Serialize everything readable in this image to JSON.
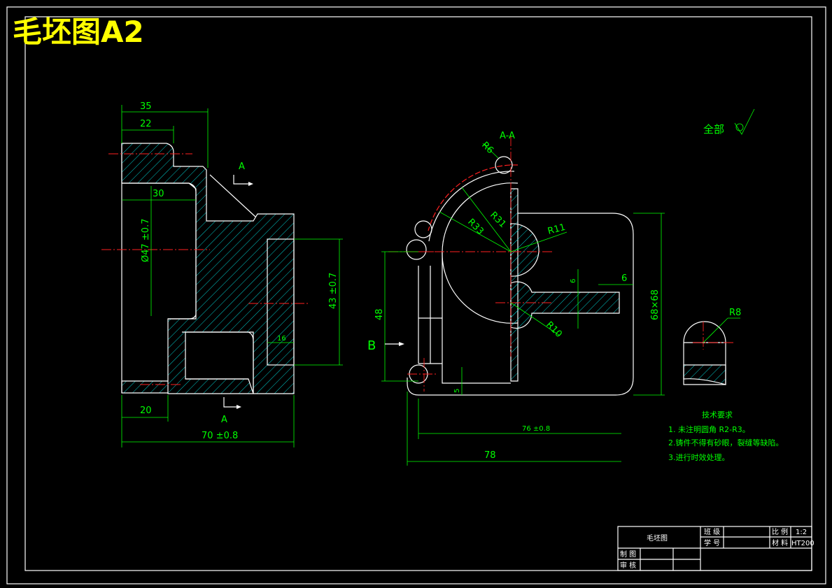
{
  "title": "毛坯图A2",
  "left_view": {
    "dims": {
      "d35": "35",
      "d22": "22",
      "d30": "30",
      "d47": "Ø47 ±0.7",
      "d43": "43 ±0.7",
      "d16": "16",
      "d20": "20",
      "d70": "70 ±0.8"
    },
    "section_label_top": "A",
    "section_label_bottom": "A"
  },
  "section_view": {
    "name": "A-A",
    "dims": {
      "r6": "R6",
      "r33": "R33",
      "r31": "R31",
      "r11": "R11",
      "r10": "R10",
      "d6a": "6",
      "d6b": "6",
      "d48": "48",
      "d68": "68×68",
      "d5": "5",
      "d76": "76 ±0.8",
      "d78": "78"
    },
    "b_label": "B"
  },
  "detail": {
    "r8": "R8"
  },
  "surface_note": "全部",
  "tech": {
    "heading": "技术要求",
    "items": [
      "1. 未注明圆角 R2-R3。",
      "2.铸件不得有砂眼，裂缝等缺陷。",
      "3.进行时效处理。"
    ]
  },
  "title_block": {
    "name": "毛坯图",
    "class_label": "班 级",
    "id_label": "学 号",
    "scale_label": "比 例",
    "scale_value": "1:2",
    "material_label": "材 料",
    "material_value": "HT200",
    "draw_label": "制 图",
    "check_label": "审 核"
  },
  "colors": {
    "outline": "#ffffff",
    "dimension": "#00ff00",
    "centerline": "#ff2020",
    "title": "#ffff00",
    "hatch": "#00cccc"
  }
}
